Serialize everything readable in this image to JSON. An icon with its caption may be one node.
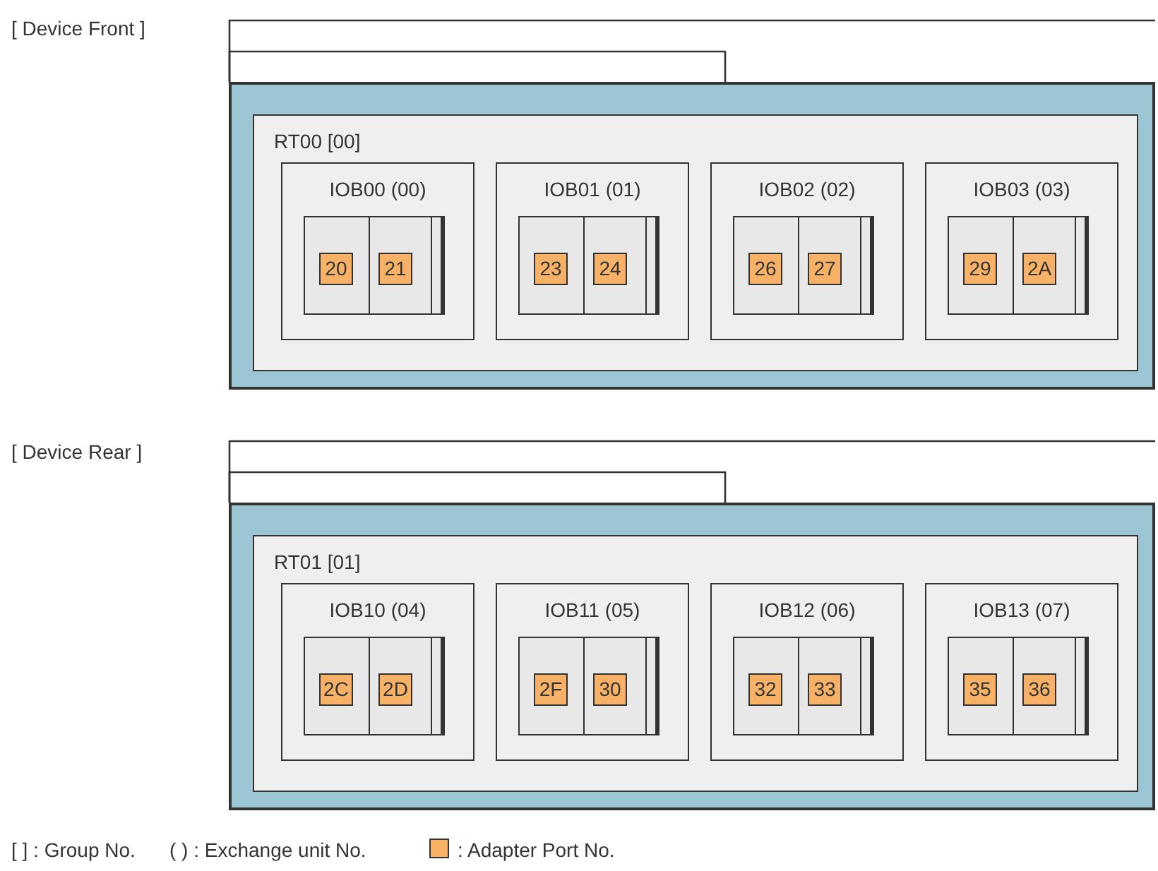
{
  "diagram": {
    "nodes": [
      {
        "text": [],
        "shape": "box"
      },
      {
        "text": [
          "RT00 [00]"
        ],
        "in": 0
      },
      {
        "text": [
          "IOB00 (00)"
        ],
        "in": 1
      },
      {
        "text": [],
        "shape": "box",
        "in": 2
      },
      {
        "text": [
          "20"
        ],
        "in": 3
      },
      {
        "text": [
          "21"
        ],
        "in": 3
      },
      {
        "text": [
          "IOB01 (01)"
        ],
        "in": 1
      },
      {
        "text": [],
        "shape": "box",
        "in": 6
      },
      {
        "text": [
          "23"
        ],
        "in": 7
      },
      {
        "text": [
          "24"
        ],
        "in": 7
      },
      {
        "text": [
          "IOB02 (02)"
        ],
        "in": 1
      },
      {
        "text": [],
        "shape": "box",
        "in": 10
      },
      {
        "text": [
          "26"
        ],
        "in": 11
      },
      {
        "text": [
          "27"
        ],
        "in": 11
      },
      {
        "text": [
          "IOB03 (03)"
        ],
        "in": 1
      },
      {
        "text": [],
        "shape": "box",
        "in": 14
      },
      {
        "text": [
          "29"
        ],
        "in": 15
      },
      {
        "text": [
          "2A"
        ],
        "in": 15
      },
      {
        "text": [],
        "shape": "box"
      },
      {
        "text": [
          "RT01 [01]"
        ],
        "in": 18
      },
      {
        "text": [
          "IOB10 (04)"
        ],
        "in": 19
      },
      {
        "text": [],
        "shape": "box",
        "in": 20
      },
      {
        "text": [
          "2C"
        ],
        "in": 21
      },
      {
        "text": [
          "2D"
        ],
        "in": 21
      },
      {
        "text": [
          "IOB11 (05)"
        ],
        "in": 19
      },
      {
        "text": [],
        "shape": "box",
        "in": 24
      },
      {
        "text": [
          "2F"
        ],
        "in": 25
      },
      {
        "text": [
          "30"
        ],
        "in": 25
      },
      {
        "text": [
          "IOB12 (06)"
        ],
        "in": 19
      },
      {
        "text": [],
        "shape": "box",
        "in": 28
      },
      {
        "text": [
          "32"
        ],
        "in": 29
      },
      {
        "text": [
          "33"
        ],
        "in": 29
      },
      {
        "text": [
          "IOB13 (07)"
        ],
        "in": 19
      },
      {
        "text": [],
        "shape": "box",
        "in": 32
      },
      {
        "text": [
          "35"
        ],
        "in": 33
      },
      {
        "text": [
          "36"
        ],
        "in": 33
      }
    ],
    "labels": [
      "[ Device Front ]",
      "[ Device Rear ]",
      "[ ] : Group No.",
      "( ) : Exchange unit No."
    ],
    "legend": [
      {
        "text": ": Adapter Port No.",
        "color": "#f7b267"
      }
    ]
  }
}
